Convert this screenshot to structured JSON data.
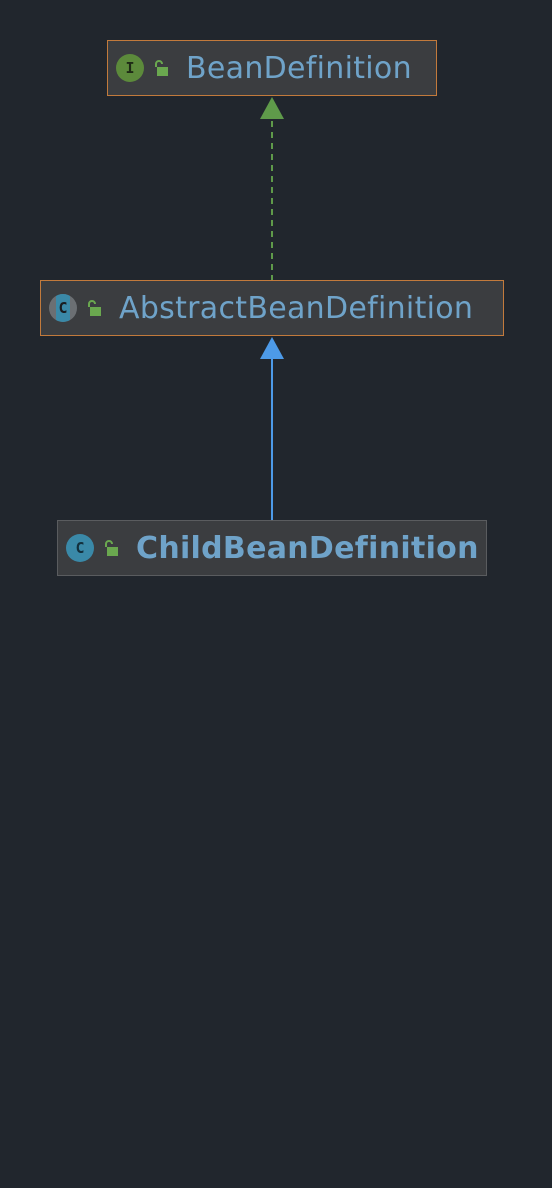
{
  "diagram": {
    "type": "class-hierarchy",
    "colors": {
      "background": "#21262d",
      "node_fill": "#3b3d40",
      "highlight_border": "#c27a3c",
      "normal_border": "#5a5c5f",
      "label": "#6fa3c9",
      "implements_edge": "#5f9a4a",
      "extends_edge": "#4d9ae8",
      "interface_icon": "#5c8a3b",
      "class_icon": "#3a89a8",
      "visibility_icon": "#6aa84f"
    },
    "nodes": [
      {
        "id": "bean-definition",
        "name": "BeanDefinition",
        "kind": "interface",
        "icon_letter": "I",
        "visibility": "public",
        "highlighted": true,
        "bold": false
      },
      {
        "id": "abstract-bean-definition",
        "name": "AbstractBeanDefinition",
        "kind": "abstract-class",
        "icon_letter": "C",
        "visibility": "public",
        "highlighted": true,
        "bold": false
      },
      {
        "id": "child-bean-definition",
        "name": "ChildBeanDefinition",
        "kind": "class",
        "icon_letter": "C",
        "visibility": "public",
        "highlighted": false,
        "bold": true
      }
    ],
    "edges": [
      {
        "from": "abstract-bean-definition",
        "to": "bean-definition",
        "relation": "implements",
        "style": "dashed"
      },
      {
        "from": "child-bean-definition",
        "to": "abstract-bean-definition",
        "relation": "extends",
        "style": "solid"
      }
    ]
  }
}
